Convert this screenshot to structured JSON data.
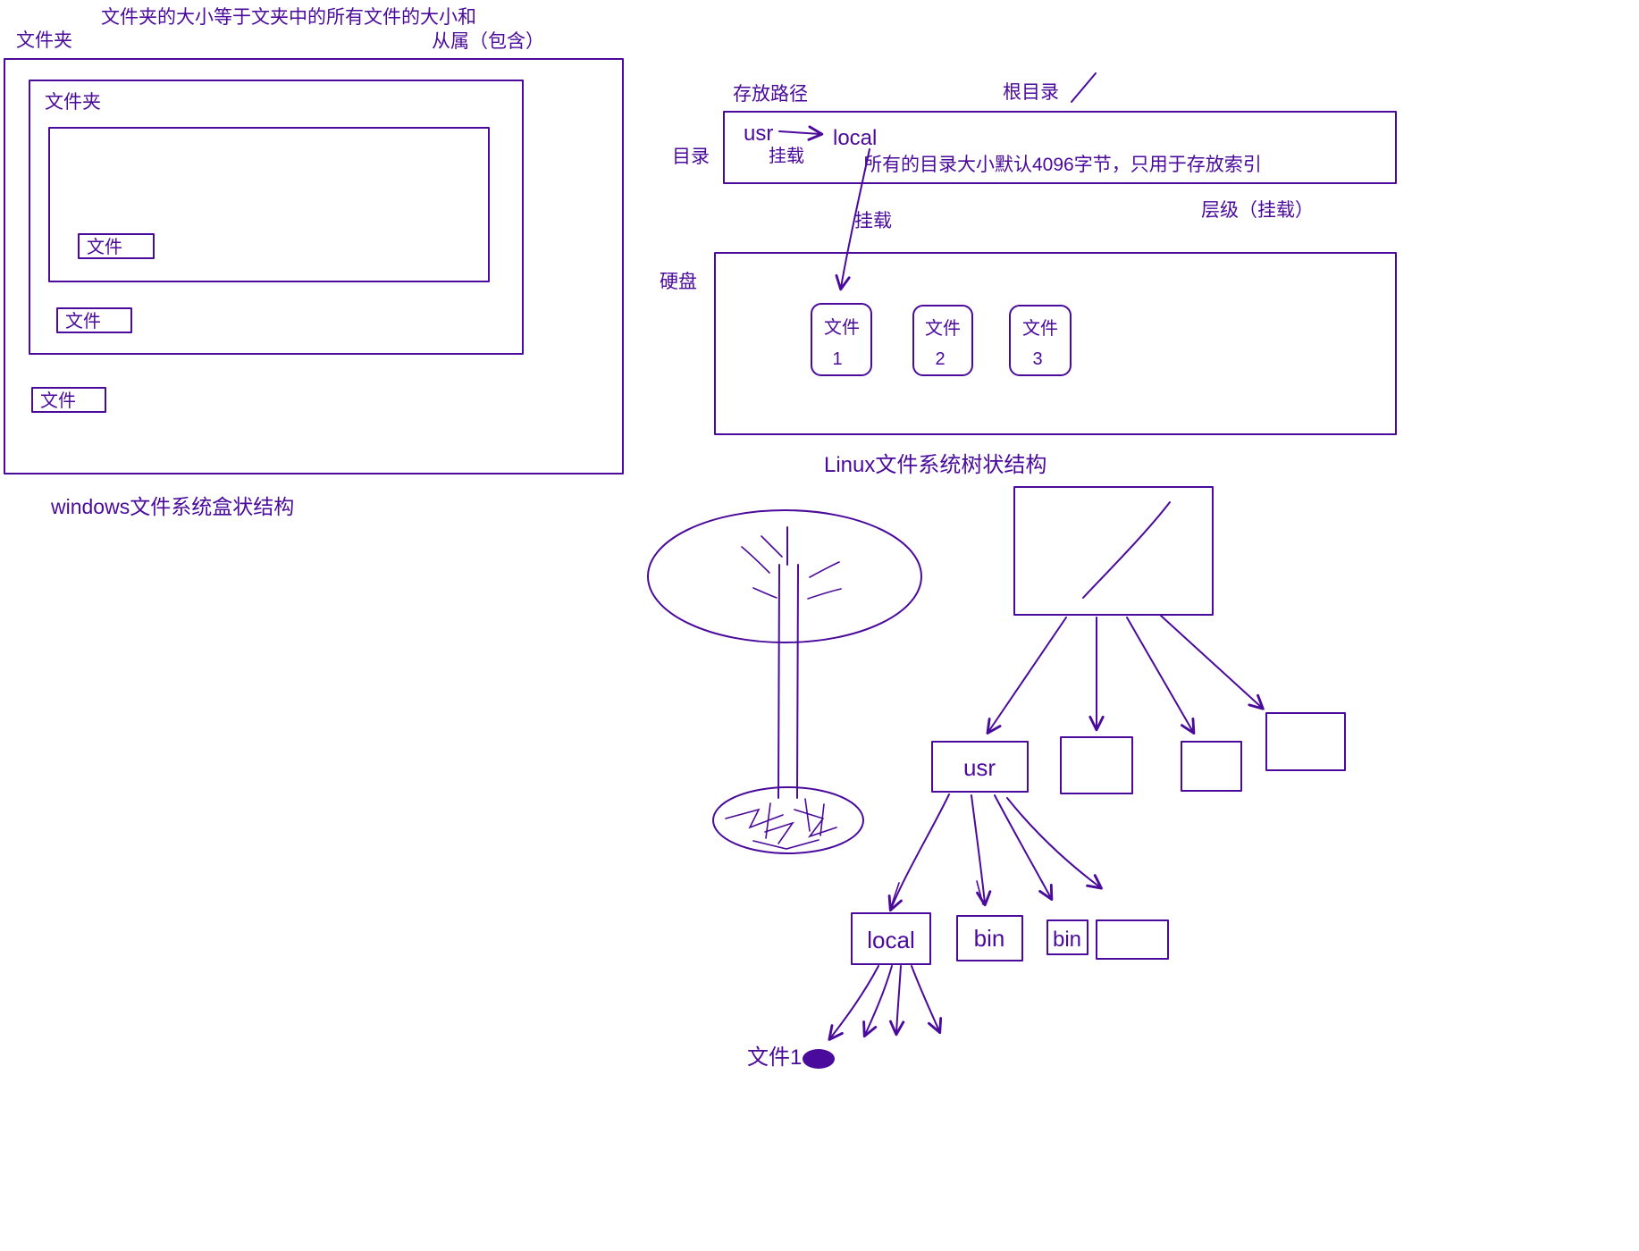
{
  "colors": {
    "ink": "#4a0a9b",
    "background": "#ffffff"
  },
  "windows_diagram": {
    "note_top": "文件夹的大小等于文夹中的所有文件的大小和",
    "label_outer_folder": "文件夹",
    "label_subordinate": "从属（包含）",
    "label_inner_folder": "文件夹",
    "file_box_1": "文件",
    "file_box_2": "文件",
    "file_box_3": "文件",
    "caption": "windows文件系统盒状结构"
  },
  "linux_diagram": {
    "label_path": "存放路径",
    "label_root_dir": "根目录",
    "label_dir": "目录",
    "usr": "usr",
    "mount_1": "挂载",
    "local": "local",
    "note_4096": "所有的目录大小默认4096字节，只用于存放索引",
    "mount_2": "挂载",
    "label_hierarchy": "层级（挂载）",
    "label_disk": "硬盘",
    "file_1": {
      "line1": "文件",
      "line2": "1"
    },
    "file_2": {
      "line1": "文件",
      "line2": "2"
    },
    "file_3": {
      "line1": "文件",
      "line2": "3"
    },
    "caption": "Linux文件系统树状结构"
  },
  "tree_diagram": {
    "usr": "usr",
    "local": "local",
    "bin_1": "bin",
    "bin_2": "bin",
    "file_1": "文件1"
  }
}
